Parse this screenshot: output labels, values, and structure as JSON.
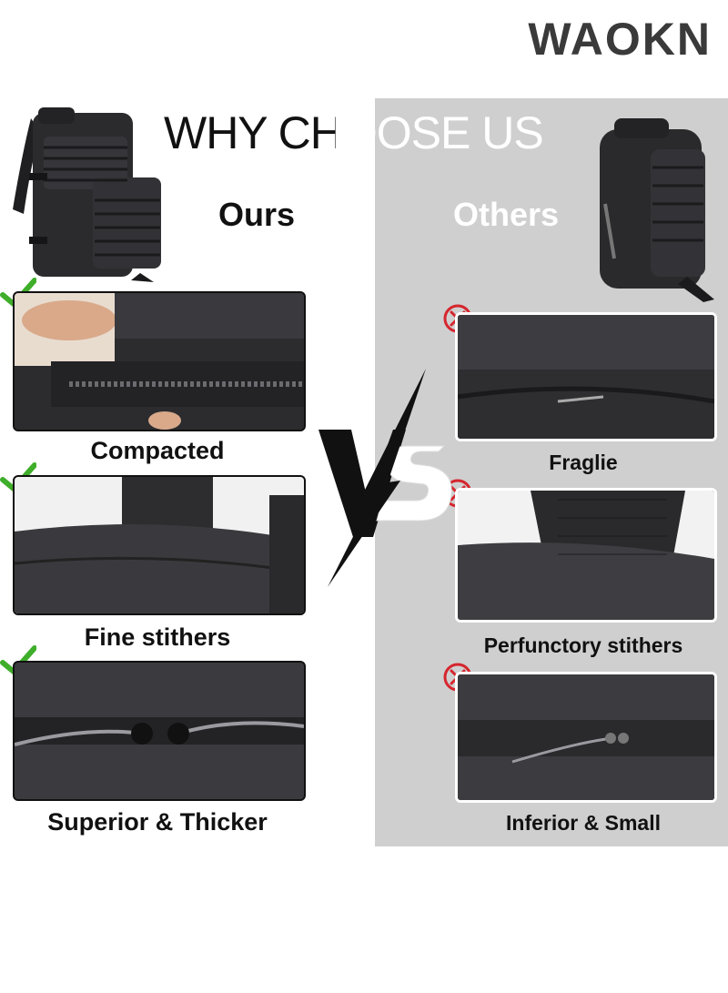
{
  "brand": "WAOKN",
  "title": "WHY CHOOSE US",
  "columns": {
    "ours": "Ours",
    "others": "Others"
  },
  "ours": [
    {
      "caption": "Compacted",
      "icon": "check-icon"
    },
    {
      "caption": "Fine stithers",
      "icon": "check-icon"
    },
    {
      "caption": "Superior & Thicker",
      "icon": "check-icon"
    }
  ],
  "others": [
    {
      "caption": "Fraglie",
      "icon": "cross-icon"
    },
    {
      "caption": "Perfunctory stithers",
      "icon": "cross-icon"
    },
    {
      "caption": "Inferior & Small",
      "icon": "cross-icon"
    }
  ],
  "versus_icon": "versus-lightning-icon",
  "colors": {
    "check": "#3fae2a",
    "cross": "#d6262e",
    "panel": "#cfcfcf",
    "text": "#111111"
  }
}
